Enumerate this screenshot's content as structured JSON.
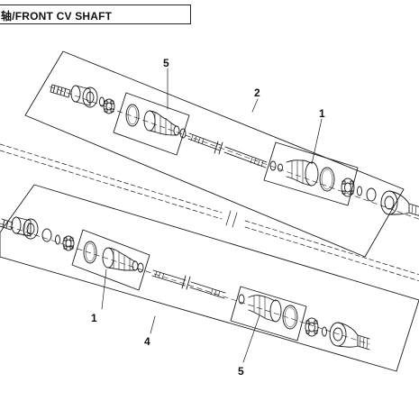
{
  "header": {
    "title": "轴/FRONT CV SHAFT"
  },
  "callouts": {
    "upper_boot_kit": "5",
    "upper_assembly": "2",
    "upper_joint_kit": "1",
    "lower_joint_kit": "1",
    "lower_assembly": "4",
    "lower_boot_kit": "5"
  },
  "colors": {
    "line": "#1a1a1a",
    "background": "#ffffff"
  }
}
